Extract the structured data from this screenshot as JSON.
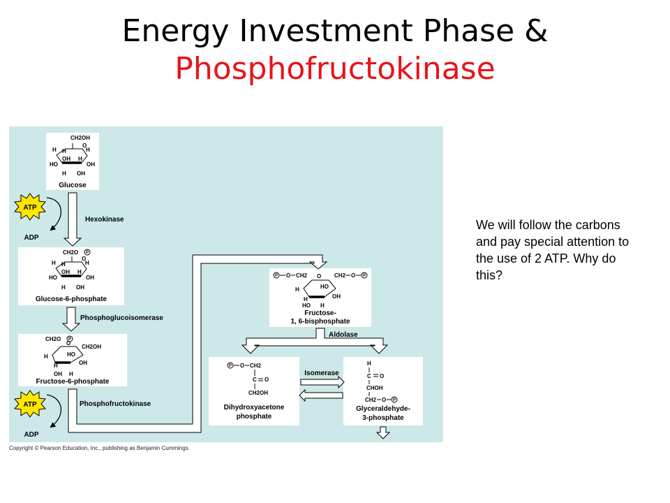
{
  "slide": {
    "title_line1": "Energy Investment Phase &",
    "title_line2": "Phosphofructokinase",
    "title_accent_color": "#e8141a",
    "note": "We will follow the carbons and pay special attention to the use of 2 ATP. Why do this?"
  },
  "diagram": {
    "background_color": "#cde8e8",
    "molecules": {
      "glucose": {
        "name": "Glucose",
        "atoms": [
          "CH2OH",
          "H",
          "O",
          "H",
          "H",
          "OH",
          "H",
          "OH",
          "HO",
          "H",
          "OH"
        ]
      },
      "g6p": {
        "name": "Glucose-6-phosphate",
        "atoms": [
          "CH2O",
          "P",
          "H",
          "O",
          "H",
          "H",
          "OH",
          "H",
          "OH",
          "HO",
          "H",
          "OH"
        ]
      },
      "f6p": {
        "name": "Fructose-6-phosphate",
        "atoms": [
          "CH2O",
          "P",
          "O",
          "CH2OH",
          "H",
          "HO",
          "H",
          "OH",
          "OH",
          "H"
        ]
      },
      "f16bp": {
        "name_line1": "Fructose-",
        "name_line2": "1, 6-bisphosphate",
        "atoms": [
          "P",
          "O",
          "CH2",
          "O",
          "CH2",
          "O",
          "P",
          "H",
          "HO",
          "H",
          "OH",
          "HO",
          "H"
        ]
      },
      "dhap": {
        "name_line1": "Dihydroxyacetone",
        "name_line2": "phosphate",
        "atoms": [
          "P",
          "O",
          "CH2",
          "C",
          "O",
          "CH2OH"
        ]
      },
      "g3p": {
        "name_line1": "Glyceraldehyde-",
        "name_line2": "3-phosphate",
        "atoms": [
          "H",
          "C",
          "O",
          "CHOH",
          "CH2",
          "O",
          "P"
        ]
      }
    },
    "enzymes": {
      "hexokinase": "Hexokinase",
      "phosphoglucoisomerase": "Phosphoglucoisomerase",
      "phosphofructokinase": "Phosphofructokinase",
      "aldolase": "Aldolase",
      "isomerase": "Isomerase"
    },
    "cofactors": {
      "atp": "ATP",
      "adp": "ADP"
    },
    "atp_color": "#ffe600"
  },
  "copyright": "Copyright © Pearson Education, Inc., publishing as Benjamin Cummings."
}
